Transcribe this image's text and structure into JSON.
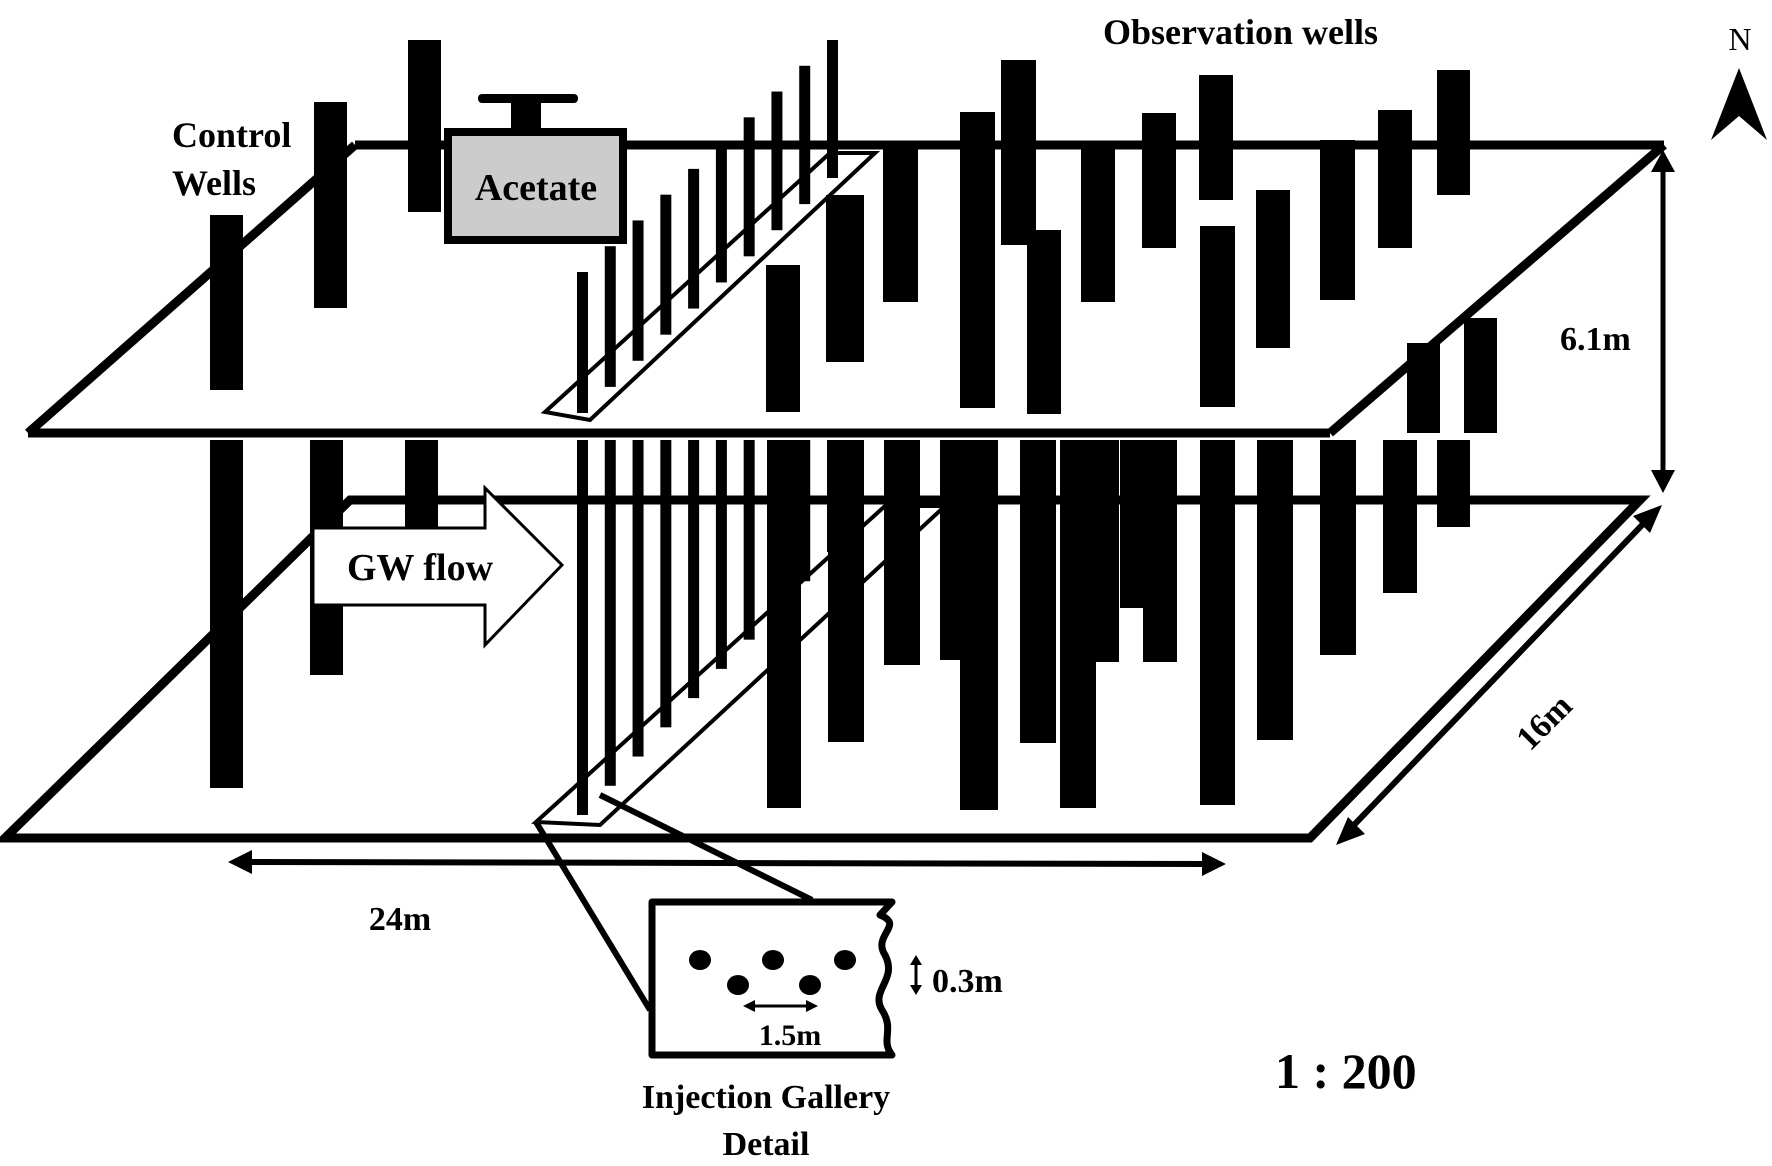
{
  "figure": {
    "type": "field-site schematic",
    "labels": {
      "control_wells": [
        "Control",
        "Wells"
      ],
      "acetate": "Acetate",
      "observation_wells": "Observation wells",
      "north": "N",
      "gw_flow": "GW flow",
      "depth": "6.1m",
      "width": "16m",
      "length": "24m",
      "scale": "1 : 200",
      "detail_title": [
        "Injection  Gallery",
        "Detail"
      ],
      "detail_spacing": "1.5m",
      "detail_offset": "0.3m"
    },
    "colors": {
      "ink": "#000000",
      "acetate_fill": "#cccccc",
      "background": "#ffffff"
    },
    "counts": {
      "control_wells": 3,
      "injection_wells": 10,
      "detail_injection_points": 5
    }
  }
}
